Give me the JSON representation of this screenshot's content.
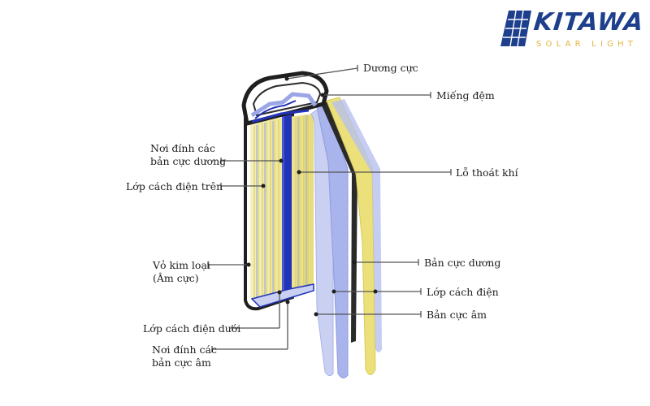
{
  "brand": {
    "name": "KITAWA",
    "tagline": "SOLAR LIGHT",
    "colors": {
      "primary": "#1d3f8c",
      "accent": "#e2b43a"
    }
  },
  "labels": {
    "positive_terminal": "Dương cực",
    "gasket": "Miếng đệm",
    "vent": "Lỗ thoát khí",
    "positive_plate_joint_line1": "Nơi đính các",
    "positive_plate_joint_line2": "bản cực dương",
    "top_insulator": "Lớp cách điện trên",
    "metal_case_line1": "Vỏ kim loại",
    "metal_case_line2": "(Âm cực)",
    "positive_plate": "Bản cực dương",
    "separator": "Lớp cách điện",
    "negative_plate": "Bản cực âm",
    "bottom_insulator": "Lớp cách điện dưới",
    "negative_plate_joint_line1": "Nơi đính các",
    "negative_plate_joint_line2": "bản cực âm"
  },
  "colors": {
    "positive_plate": "#e9df7a",
    "separator": "#a9b4ec",
    "core": "#2233b8",
    "case": "#222222"
  }
}
